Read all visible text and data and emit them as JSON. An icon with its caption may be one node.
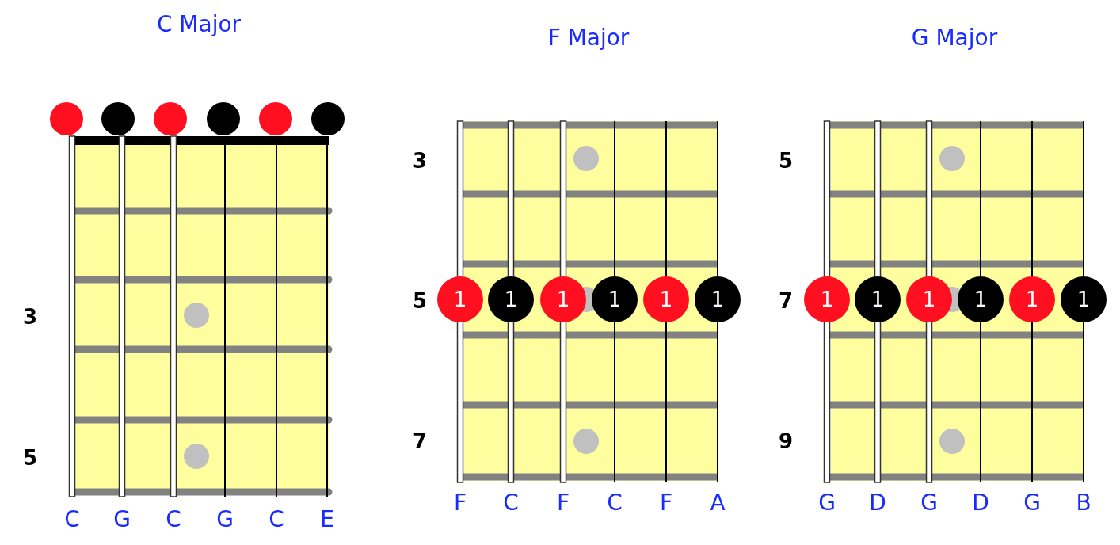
{
  "diagram": {
    "nodes": [
      {
        "text": [],
        "shape": "circle"
      },
      {
        "text": [],
        "shape": "circle"
      },
      {
        "text": [],
        "shape": "circle"
      },
      {
        "text": [],
        "shape": "circle"
      },
      {
        "text": [],
        "shape": "circle"
      },
      {
        "text": [],
        "shape": "circle"
      },
      {
        "text": [
          "1"
        ]
      },
      {
        "text": [
          "1"
        ]
      },
      {
        "text": [
          "1"
        ]
      },
      {
        "text": [
          "1"
        ]
      },
      {
        "text": [
          "1"
        ]
      },
      {
        "text": [
          "1"
        ]
      },
      {
        "text": [
          "1"
        ]
      },
      {
        "text": [
          "1"
        ]
      },
      {
        "text": [
          "1"
        ]
      },
      {
        "text": [
          "1"
        ]
      },
      {
        "text": [
          "1"
        ]
      },
      {
        "text": [
          "1"
        ]
      }
    ],
    "labels": [
      "C Major",
      "3",
      "5",
      "C",
      "G",
      "C",
      "G",
      "C",
      "E",
      "F Major",
      "3",
      "5",
      "7",
      "F",
      "C",
      "F",
      "C",
      "F",
      "A",
      "G Major",
      "5",
      "7",
      "9",
      "G",
      "D",
      "G",
      "D",
      "G",
      "B"
    ]
  }
}
